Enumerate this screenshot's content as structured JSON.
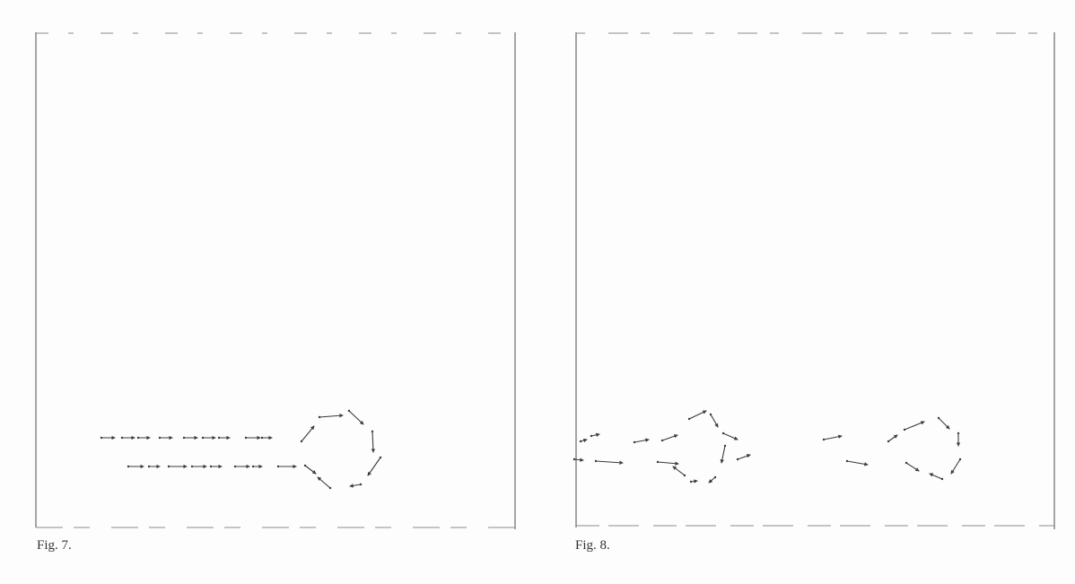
{
  "figures": [
    {
      "id": "fig7",
      "caption": "Fig. 7."
    },
    {
      "id": "fig8",
      "caption": "Fig. 8."
    }
  ],
  "colors": {
    "ink": "#3a3a3a",
    "frame": "#6a6a6a",
    "paper": "#fdfdfd"
  }
}
